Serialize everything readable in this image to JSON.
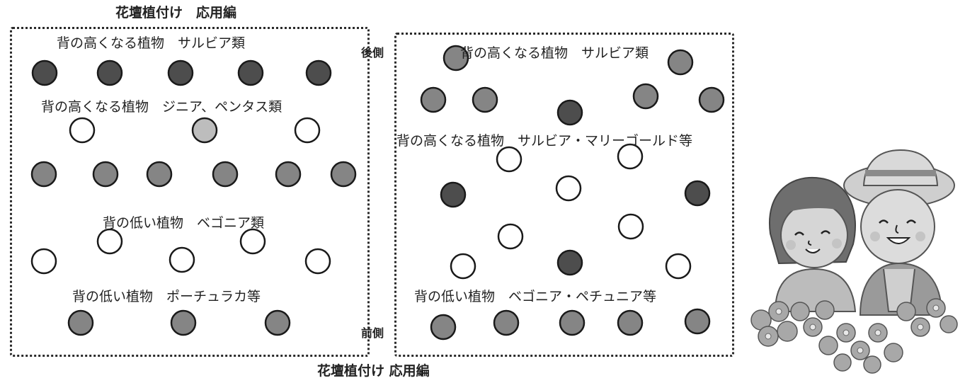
{
  "title_top": "花壇植付け　応用編",
  "title_bottom": "花壇植付け 応用編",
  "left_bed": {
    "row1_label": "背の高くなる植物　サルビア類",
    "row2_label": "背の高くなる植物　ジニア、ペンタス類",
    "row3_label": "背の低い植物　ベゴニア類",
    "row4_label": "背の低い植物　ポーチュラカ等"
  },
  "right_bed": {
    "back_label": "後側",
    "front_label": "前側",
    "row1_label": "背の高くなる植物　サルビア類",
    "row2_label": "背の高くなる植物　サルビア・マリーゴールド等",
    "row3_label": "背の低い植物　ベゴニア・ペチュニア等"
  },
  "colors": {
    "dark": "#4d4d4d",
    "medium": "#858585",
    "light": "#bdbdbd",
    "white": "#ffffff",
    "outline": "#1a1a1a"
  }
}
